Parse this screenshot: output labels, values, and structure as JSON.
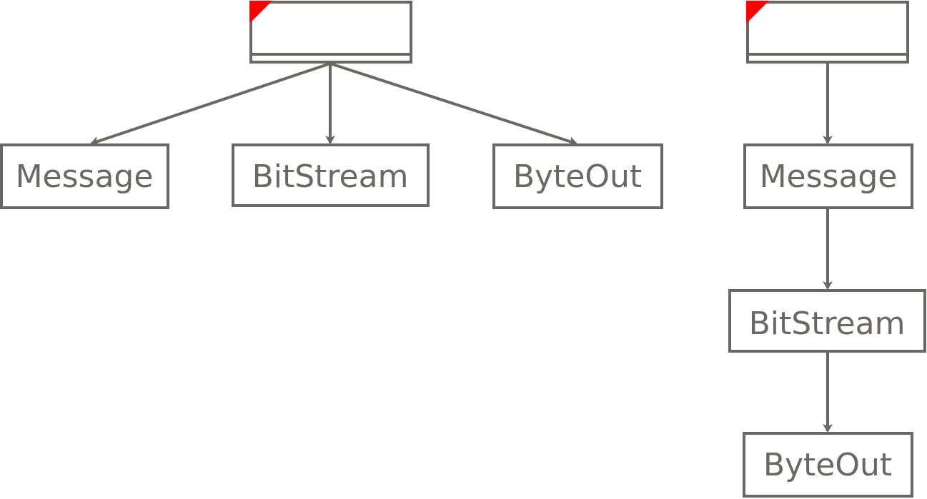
{
  "diagrams": [
    {
      "layout": "fan-out",
      "root": "",
      "children": [
        "Message",
        "BitStream",
        "ByteOut"
      ]
    },
    {
      "layout": "chain",
      "root": "",
      "children": [
        "Message",
        "BitStream",
        "ByteOut"
      ]
    }
  ],
  "colors": {
    "stroke": "#6b6762",
    "marker": "#ff0000"
  }
}
